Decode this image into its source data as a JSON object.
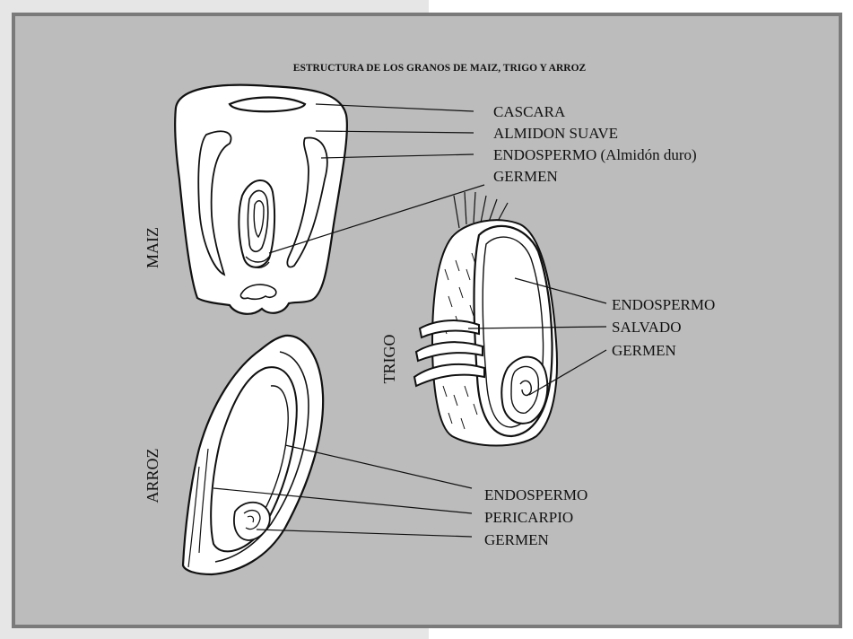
{
  "title": "ESTRUCTURA DE LOS GRANOS DE MAIZ, TRIGO Y ARROZ",
  "grains": {
    "maiz": "MAIZ",
    "trigo": "TRIGO",
    "arroz": "ARROZ"
  },
  "maiz_labels": [
    "CASCARA",
    "ALMIDON SUAVE",
    "ENDOSPERMO (Almidón duro)",
    "GERMEN"
  ],
  "trigo_labels": [
    "ENDOSPERMO",
    "SALVADO",
    "GERMEN"
  ],
  "arroz_labels": [
    "ENDOSPERMO",
    "PERICARPIO",
    "GERMEN"
  ],
  "colors": {
    "background": "#bcbcbc",
    "frame": "#7a7a7a",
    "ink": "#111111",
    "grain_fill": "#ffffff"
  }
}
